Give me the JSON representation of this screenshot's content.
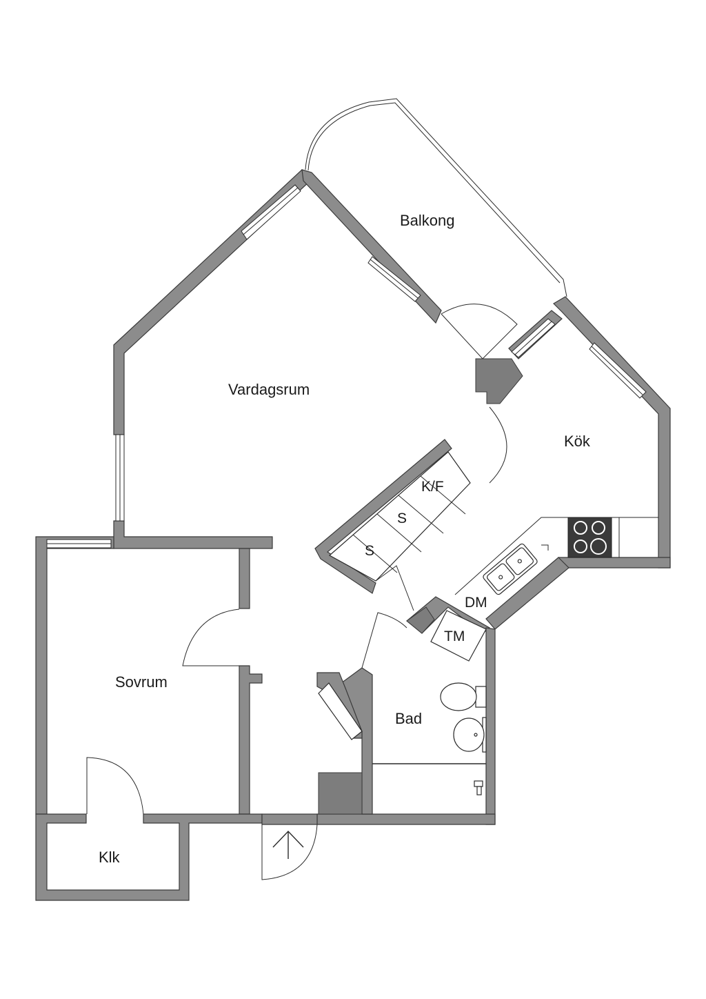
{
  "rooms": {
    "balcony": "Balkong",
    "living_room": "Vardagsrum",
    "kitchen": "Kök",
    "bedroom": "Sovrum",
    "bathroom": "Bad",
    "closet": "Klk"
  },
  "fixtures": {
    "fridge_freezer": "K/F",
    "wardrobe_1": "S",
    "wardrobe_2": "S",
    "dishwasher": "DM",
    "washing_machine": "TM"
  },
  "icons": {
    "entrance": "entrance-arrow-icon",
    "stove": "stove-icon",
    "sink": "kitchen-sink-icon",
    "toilet": "toilet-icon",
    "basin": "wash-basin-icon",
    "shower": "shower-icon"
  },
  "colors": {
    "wall": "#8c8c8c",
    "line": "#2a2a2a",
    "stove": "#3a3a3a",
    "background": "#ffffff"
  }
}
